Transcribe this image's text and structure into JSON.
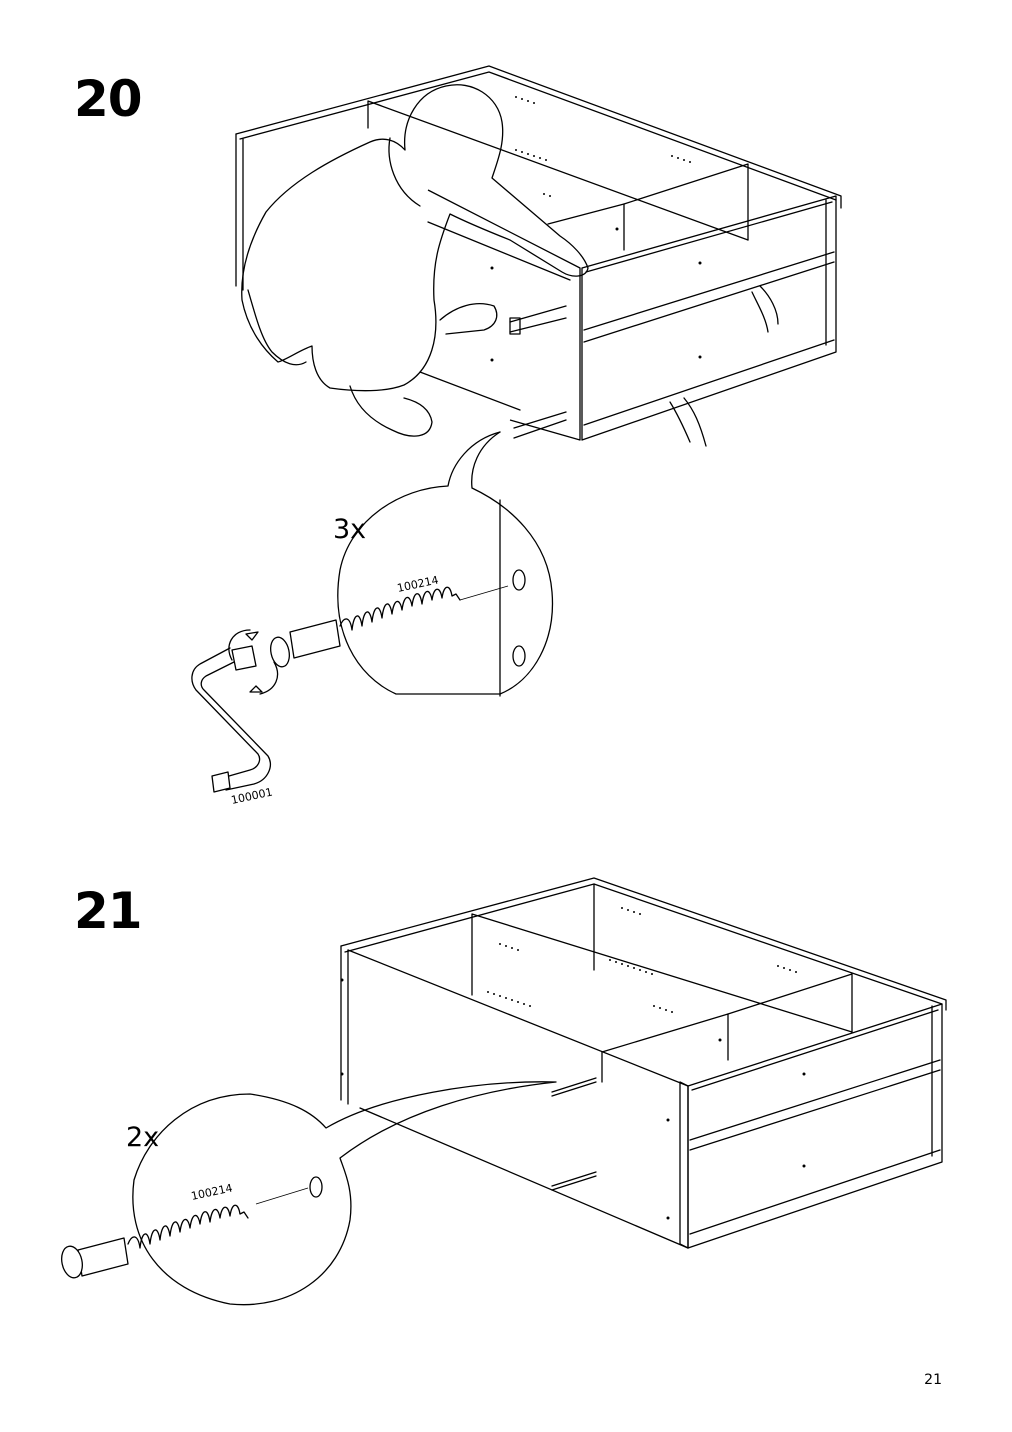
{
  "steps": [
    {
      "number": "20",
      "quantity": "3x",
      "parts": {
        "screw_part_no": "100214",
        "tool_part_no": "100001"
      }
    },
    {
      "number": "21",
      "quantity": "2x",
      "parts": {
        "screw_part_no": "100214"
      }
    }
  ],
  "page_number": "21"
}
